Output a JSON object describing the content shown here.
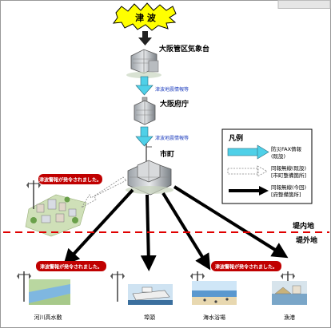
{
  "title_burst": "津 波",
  "nodes": {
    "osaka_jma": "大阪管区気象台",
    "osaka_pref": "大阪府庁",
    "city": "市町"
  },
  "flow_labels": {
    "info1": "津波地震情報等",
    "info2": "津波地震情報等"
  },
  "legend": {
    "title": "凡例",
    "item1": [
      "防災FAX情報",
      "(既設)"
    ],
    "item2": [
      "同報無線(既設)",
      "[市町整備箇所]"
    ],
    "item3": [
      "同報無線(今回)",
      "[府整備箇所]"
    ]
  },
  "banners": {
    "top": "津波警報が発令されました。",
    "left": "津波警報が発令されました。",
    "right": "津波警報が発令されました。"
  },
  "zones": {
    "inner": "堤内地",
    "outer": "堤外地"
  },
  "sites": [
    "河川高水敷",
    "埠頭",
    "海水浴場",
    "漁港"
  ],
  "colors": {
    "burst": "#ffff00",
    "dash_line": "#e00000",
    "banner_bg": "#c00000",
    "banner_text": "#ffffff",
    "fax_arrow": "#4fd0e8"
  }
}
